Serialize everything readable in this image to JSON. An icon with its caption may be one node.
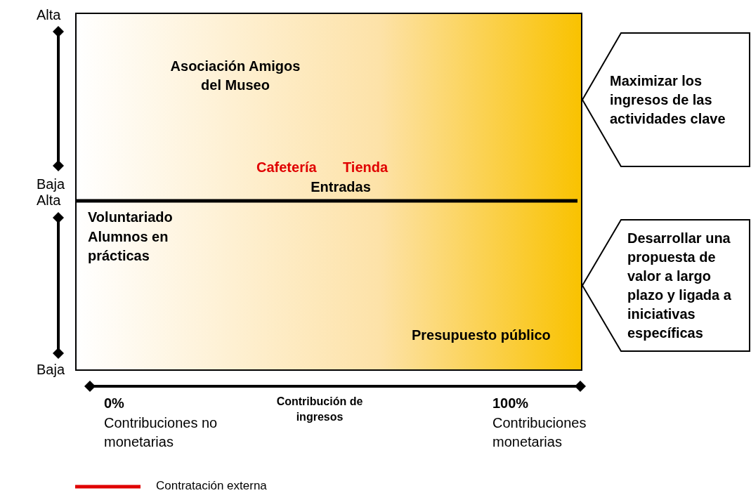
{
  "diagram": {
    "nodes": [
      {
        "text": [
          "Maximizar los ingresos de las actividades clave"
        ]
      },
      {
        "text": [
          "Desarrollar una propuesta de valor a largo plazo y ligada a iniciativas específicas"
        ]
      }
    ],
    "labels": [
      "Alta",
      "Asociación Amigos del Museo",
      "Cafetería",
      "Tienda",
      "Baja",
      "Entradas",
      "Alta",
      "Voluntariado",
      "Alumnos en prácticas",
      "Presupuesto público",
      "Baja",
      "0%",
      "Contribución de ingresos",
      "100%",
      "Contribuciones no monetarias",
      "Contribuciones monetarias"
    ],
    "legend": [
      {
        "text": "Contratación externa"
      }
    ]
  }
}
